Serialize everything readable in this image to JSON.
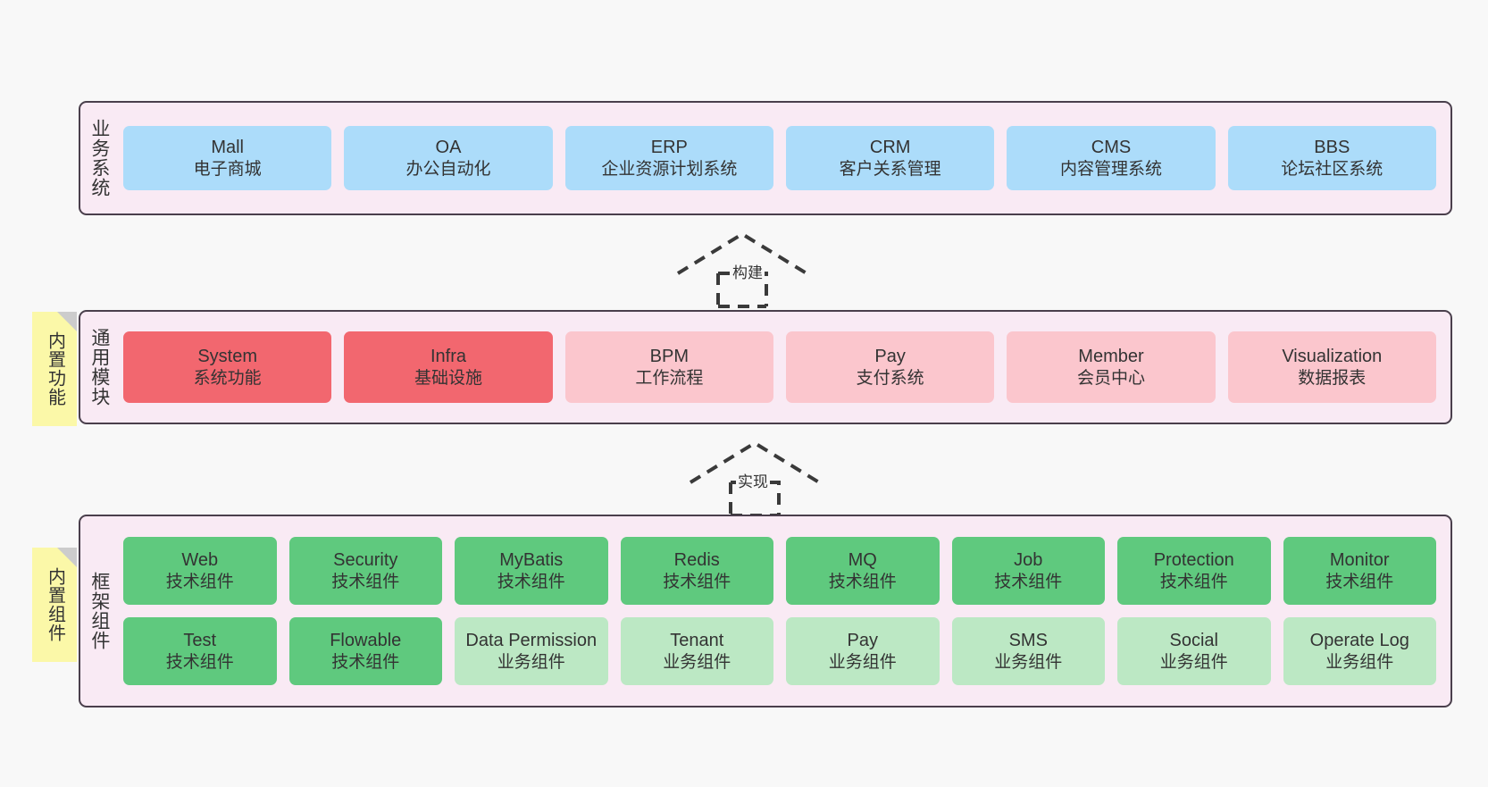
{
  "canvas": {
    "background": "#F8F8F8",
    "layer_background": "#F9EAF4",
    "layer_border": "#4A3F4C",
    "note_background": "#FBF8A8",
    "note_fold": "#CCCCCC"
  },
  "layers": [
    {
      "id": "business",
      "title": "业务系统",
      "accent": "#ACDCFA",
      "rows": [
        {
          "cards": [
            {
              "name": "Mall",
              "subtitle": "电子商城"
            },
            {
              "name": "OA",
              "subtitle": "办公自动化"
            },
            {
              "name": "ERP",
              "subtitle": "企业资源计划系统"
            },
            {
              "name": "CRM",
              "subtitle": "客户关系管理"
            },
            {
              "name": "CMS",
              "subtitle": "内容管理系统"
            },
            {
              "name": "BBS",
              "subtitle": "论坛社区系统"
            }
          ]
        }
      ]
    },
    {
      "id": "general",
      "title": "通用模块",
      "note": "内置功能",
      "accent": "#F2676F",
      "rows": [
        {
          "cards": [
            {
              "name": "System",
              "subtitle": "系统功能",
              "color": "#F2676F"
            },
            {
              "name": "Infra",
              "subtitle": "基础设施",
              "color": "#F2676F"
            },
            {
              "name": "BPM",
              "subtitle": "工作流程",
              "color": "#FBC6CD"
            },
            {
              "name": "Pay",
              "subtitle": "支付系统",
              "color": "#FBC6CD"
            },
            {
              "name": "Member",
              "subtitle": "会员中心",
              "color": "#FBC6CD"
            },
            {
              "name": "Visualization",
              "subtitle": "数据报表",
              "color": "#FBC6CD"
            }
          ]
        }
      ]
    },
    {
      "id": "framework",
      "title": "框架组件",
      "note": "内置组件",
      "accent": "#5FC97E",
      "rows": [
        {
          "cards": [
            {
              "name": "Web",
              "subtitle": "技术组件",
              "color": "#5FC97E"
            },
            {
              "name": "Security",
              "subtitle": "技术组件",
              "color": "#5FC97E"
            },
            {
              "name": "MyBatis",
              "subtitle": "技术组件",
              "color": "#5FC97E"
            },
            {
              "name": "Redis",
              "subtitle": "技术组件",
              "color": "#5FC97E"
            },
            {
              "name": "MQ",
              "subtitle": "技术组件",
              "color": "#5FC97E"
            },
            {
              "name": "Job",
              "subtitle": "技术组件",
              "color": "#5FC97E"
            },
            {
              "name": "Protection",
              "subtitle": "技术组件",
              "color": "#5FC97E"
            },
            {
              "name": "Monitor",
              "subtitle": "技术组件",
              "color": "#5FC97E"
            }
          ]
        },
        {
          "cards": [
            {
              "name": "Test",
              "subtitle": "技术组件",
              "color": "#5FC97E"
            },
            {
              "name": "Flowable",
              "subtitle": "技术组件",
              "color": "#5FC97E"
            },
            {
              "name": "Data Permission",
              "subtitle": "业务组件",
              "color": "#BCE8C4",
              "wrap": true
            },
            {
              "name": "Tenant",
              "subtitle": "业务组件",
              "color": "#BCE8C4"
            },
            {
              "name": "Pay",
              "subtitle": "业务组件",
              "color": "#BCE8C4"
            },
            {
              "name": "SMS",
              "subtitle": "业务组件",
              "color": "#BCE8C4"
            },
            {
              "name": "Social",
              "subtitle": "业务组件",
              "color": "#BCE8C4"
            },
            {
              "name": "Operate Log",
              "subtitle": "业务组件",
              "color": "#BCE8C4"
            }
          ]
        }
      ]
    }
  ],
  "connectors": [
    {
      "id": "build",
      "label": "构建",
      "style": "dashed-generalization",
      "direction": "up"
    },
    {
      "id": "impl",
      "label": "实现",
      "style": "dashed-generalization",
      "direction": "up"
    }
  ]
}
